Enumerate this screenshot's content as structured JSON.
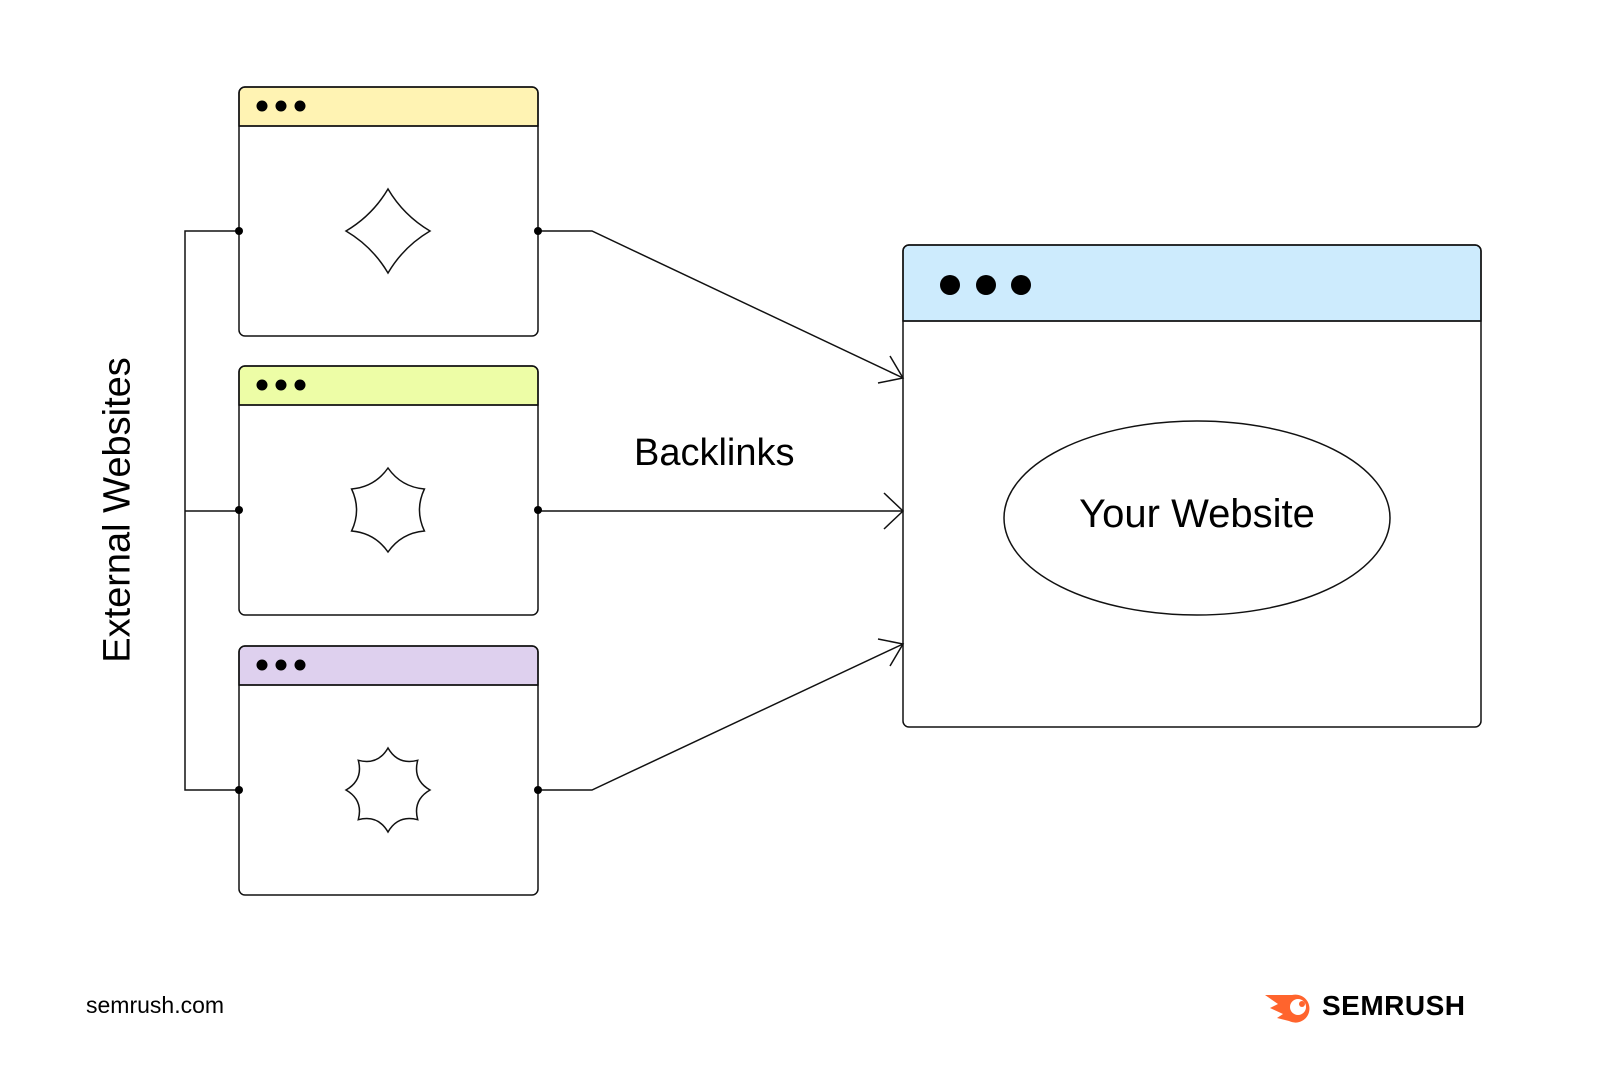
{
  "labels": {
    "external": "External Websites",
    "backlinks": "Backlinks",
    "target": "Your Website"
  },
  "footer": {
    "url": "semrush.com",
    "brand": "SEMRUSH"
  },
  "colors": {
    "site1_header": "#FFF3B3",
    "site2_header": "#EDFDA6",
    "site3_header": "#DED0EE",
    "target_header": "#CDEBFD",
    "brand": "#FF642D"
  }
}
